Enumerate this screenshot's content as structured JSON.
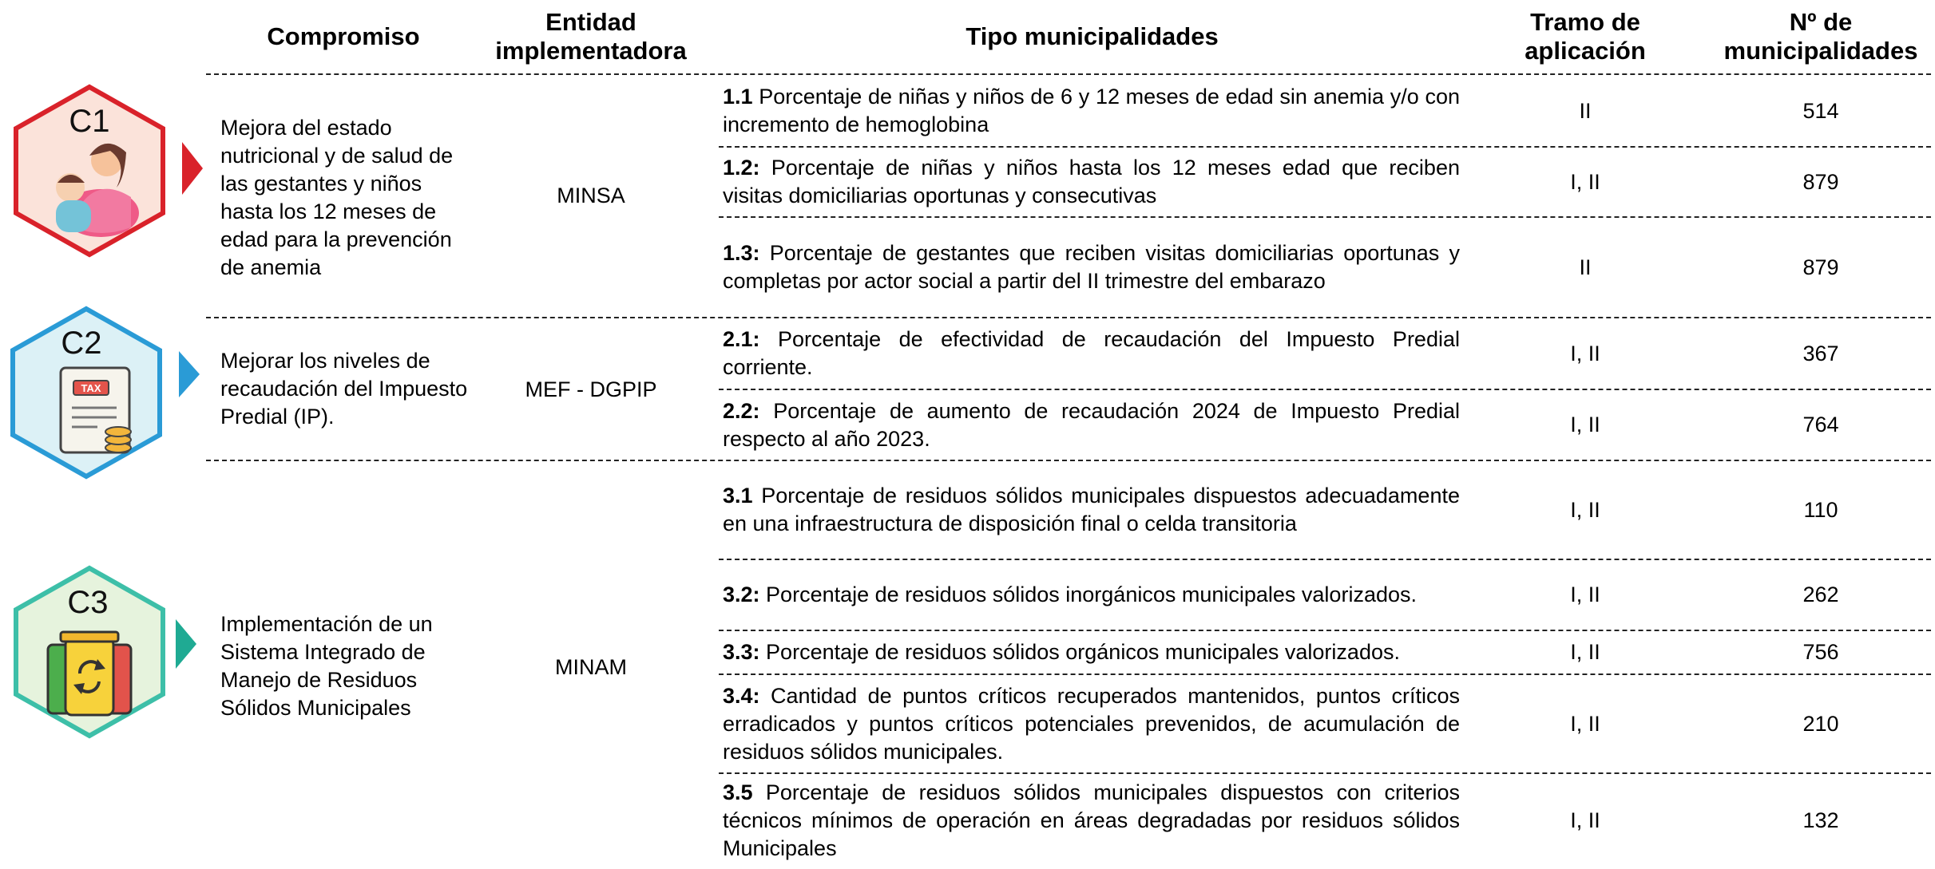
{
  "headers": {
    "compromiso": "Compromiso",
    "entidad": "Entidad implementadora",
    "tipo": "Tipo municipalidades",
    "tramo": "Tramo de aplicación",
    "numero": "Nº de municipalidades"
  },
  "groups": [
    {
      "code": "C1",
      "icon": "mother-and-baby-icon",
      "color": "#d9222a",
      "fill": "#fbe3da",
      "compromiso": "Mejora del estado nutricional y de salud de las gestantes y niños hasta los 12 meses de edad para la prevención de anemia",
      "entidad": "MINSA"
    },
    {
      "code": "C2",
      "icon": "tax-document-icon",
      "color": "#2a9bd6",
      "fill": "#dcf1f6",
      "compromiso": "Mejorar los niveles de recaudación del Impuesto Predial (IP).",
      "entidad": "MEF - DGPIP"
    },
    {
      "code": "C3",
      "icon": "recycling-bins-icon",
      "color": "#3dbfa8",
      "fill": "#e6f3dd",
      "compromiso": "Implementación de un Sistema Integrado de Manejo de Residuos Sólidos Municipales",
      "entidad": "MINAM"
    }
  ],
  "rows": [
    {
      "num": "1.1",
      "text": "Porcentaje de niñas y niños de 6 y 12 meses de edad sin anemia y/o con incremento de hemoglobina",
      "tramo": "II",
      "count": "514"
    },
    {
      "num": "1.2:",
      "text": "Porcentaje de niñas y niños hasta los 12 meses edad que reciben visitas domiciliarias oportunas y consecutivas",
      "tramo": "I, II",
      "count": "879"
    },
    {
      "num": "1.3:",
      "text": "Porcentaje de gestantes que reciben visitas domiciliarias oportunas y completas por actor social a partir del II trimestre del embarazo",
      "tramo": "II",
      "count": "879"
    },
    {
      "num": "2.1:",
      "text": "Porcentaje de efectividad de recaudación del Impuesto Predial corriente.",
      "tramo": "I, II",
      "count": "367"
    },
    {
      "num": "2.2:",
      "text": "Porcentaje de aumento de recaudación 2024 de  Impuesto Predial respecto al año 2023.",
      "tramo": "I, II",
      "count": "764"
    },
    {
      "num": "3.1",
      "text": "Porcentaje de residuos sólidos municipales dispuestos adecuadamente en una infraestructura de disposición final o celda transitoria",
      "tramo": "I, II",
      "count": "110"
    },
    {
      "num": "3.2:",
      "text": "Porcentaje de residuos sólidos inorgánicos municipales valorizados.",
      "tramo": "I, II",
      "count": "262"
    },
    {
      "num": "3.3:",
      "text": "Porcentaje de residuos sólidos orgánicos municipales valorizados.",
      "tramo": "I, II",
      "count": "756"
    },
    {
      "num": "3.4:",
      "text": "Cantidad de puntos críticos recuperados mantenidos, puntos críticos erradicados y puntos críticos potenciales prevenidos, de acumulación de residuos sólidos municipales.",
      "tramo": "I, II",
      "count": "210"
    },
    {
      "num": "3.5",
      "text": "Porcentaje de residuos sólidos municipales dispuestos con criterios técnicos mínimos de operación en áreas degradadas por residuos sólidos Municipales",
      "tramo": "I, II",
      "count": "132"
    }
  ]
}
